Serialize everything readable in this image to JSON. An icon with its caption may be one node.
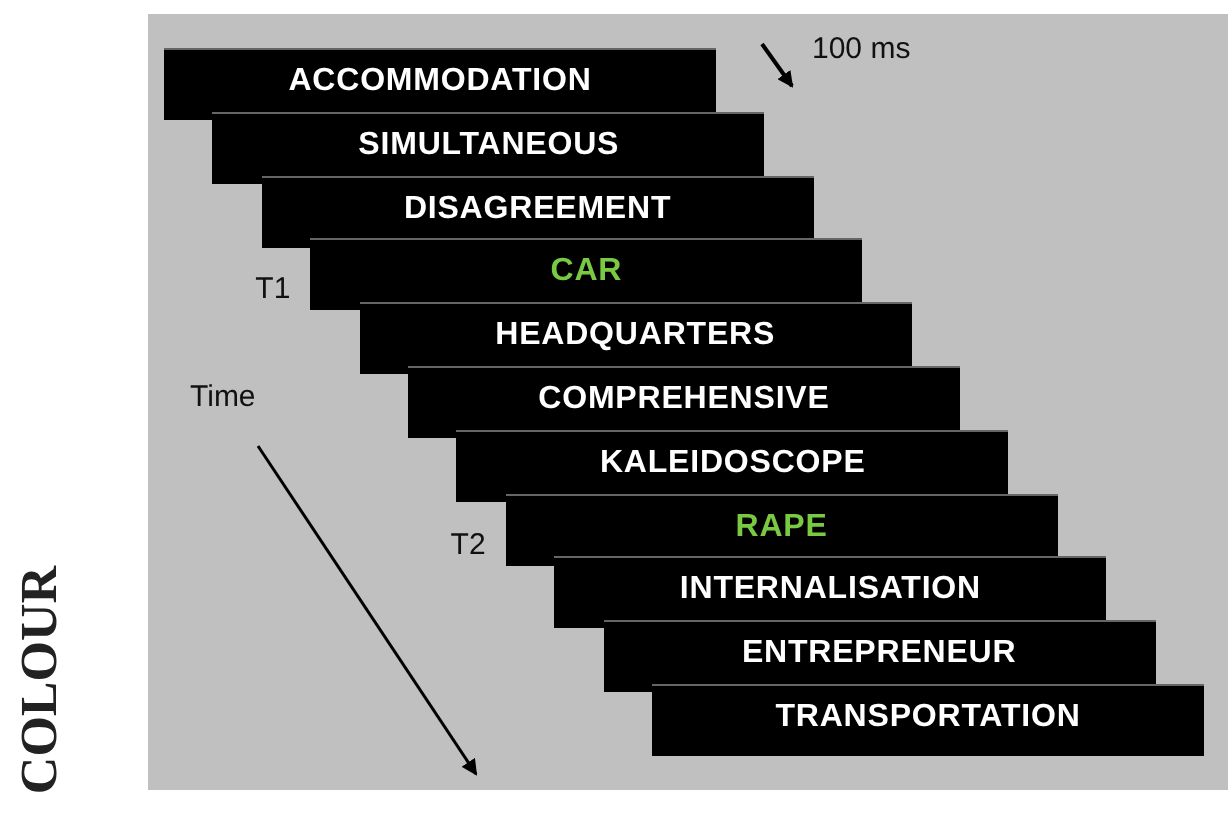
{
  "diagram": {
    "nodes": [
      {
        "text": [
          "ACCOMMODATION"
        ]
      },
      {
        "text": [
          "SIMULTANEOUS"
        ]
      },
      {
        "text": [
          "DISAGREEMENT"
        ]
      },
      {
        "text": [
          "CAR"
        ],
        "beside": [
          "T1"
        ]
      },
      {
        "text": [
          "HEADQUARTERS"
        ]
      },
      {
        "text": [
          "COMPREHENSIVE"
        ]
      },
      {
        "text": [
          "KALEIDOSCOPE"
        ]
      },
      {
        "text": [
          "RAPE"
        ],
        "beside": [
          "T2"
        ]
      },
      {
        "text": [
          "INTERNALISATION"
        ]
      },
      {
        "text": [
          "ENTREPRENEUR"
        ]
      },
      {
        "text": [
          "TRANSPORTATION"
        ]
      }
    ],
    "labels": [
      "100 ms",
      "Time",
      "COLOUR"
    ]
  }
}
